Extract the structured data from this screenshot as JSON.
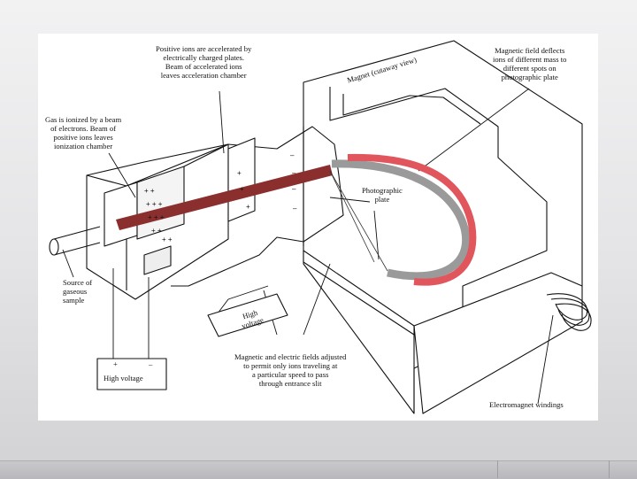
{
  "labels": {
    "positive_ions": [
      "Positive ions are accelerated by",
      "electrically charged plates.",
      "Beam of accelerated ions",
      "leaves acceleration chamber"
    ],
    "magnet_cutaway": "Magnet (cutaway view)",
    "magnetic_field": [
      "Magnetic field deflects",
      "ions of different mass to",
      "different spots on",
      "photographic plate"
    ],
    "gas_ionized": [
      "Gas is ionized by a beam",
      "of electrons. Beam of",
      "positive ions leaves",
      "ionization chamber"
    ],
    "photographic_plate": [
      "Photographic",
      "plate"
    ],
    "source": [
      "Source of",
      "gaseous",
      "sample"
    ],
    "high_voltage_tilted": [
      "High",
      "voltage"
    ],
    "high_voltage_box": "High voltage",
    "fields_adjusted": [
      "Magnetic and electric fields adjusted",
      "to permit only ions traveling at",
      "a particular speed to pass",
      "through entrance slit"
    ],
    "electromagnet": "Electromagnet windings",
    "plus": "+",
    "minus": "–"
  },
  "colors": {
    "ion_beam": "#8b2e2e",
    "red_band": "#e0565c",
    "grey_band": "#9a9a9a"
  }
}
